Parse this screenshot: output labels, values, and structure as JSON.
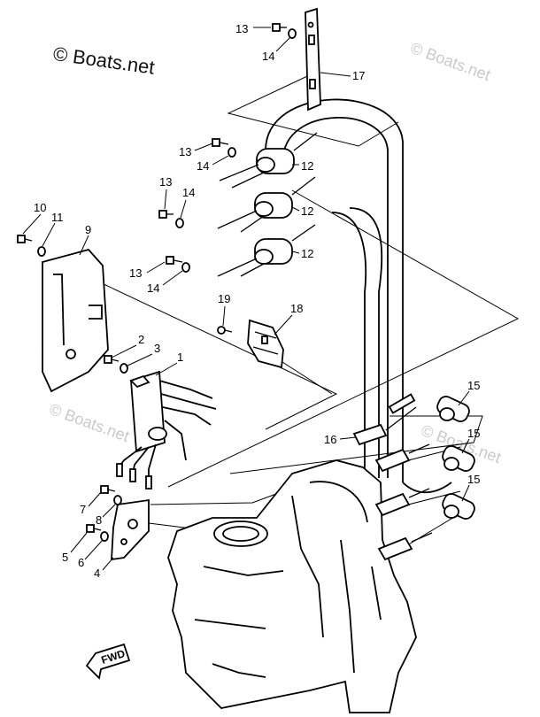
{
  "watermarks": {
    "main": "© Boats.net",
    "top_right": "© Boats.net",
    "mid_left": "© Boats.net",
    "mid_right": "© Boats.net"
  },
  "callouts": {
    "c1": "1",
    "c2": "2",
    "c3": "3",
    "c4": "4",
    "c5": "5",
    "c6": "6",
    "c7": "7",
    "c8": "8",
    "c9": "9",
    "c10": "10",
    "c11": "11",
    "c12a": "12",
    "c12b": "12",
    "c12c": "12",
    "c13a": "13",
    "c13b": "13",
    "c13c": "13",
    "c13d": "13",
    "c14a": "14",
    "c14b": "14",
    "c14c": "14",
    "c14d": "14",
    "c15a": "15",
    "c15b": "15",
    "c15c": "15",
    "c16": "16",
    "c17": "17",
    "c18": "18",
    "c19": "19"
  },
  "fwd_label": "FWD",
  "colors": {
    "ink": "#000000",
    "watermark": "#c9c9c9",
    "paper": "#ffffff"
  }
}
